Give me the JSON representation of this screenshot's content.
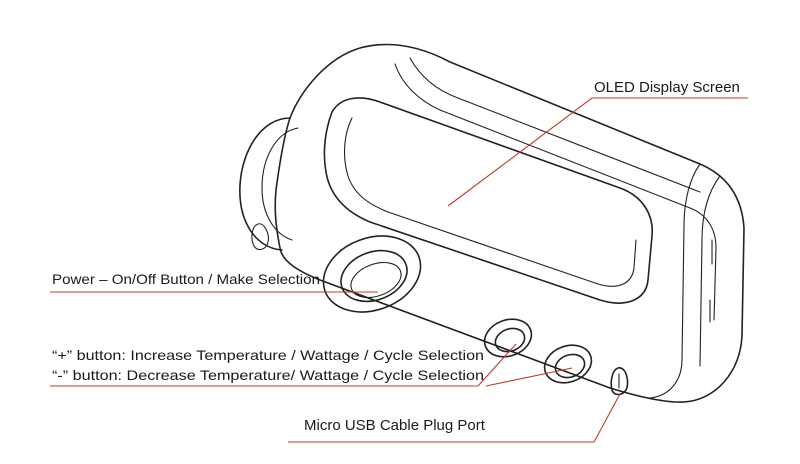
{
  "colors": {
    "leader_line": "#c0392b",
    "outline": "#222222",
    "text": "#1a1a1a"
  },
  "callouts": {
    "oled": "OLED Display Screen",
    "power": "Power – On/Off Button / Make Selection",
    "plus": "“+” button: Increase Temperature / Wattage / Cycle Selection",
    "minus": "“-” button: Decrease Temperature/ Wattage / Cycle Selection",
    "usb": "Micro USB Cable Plug Port"
  }
}
